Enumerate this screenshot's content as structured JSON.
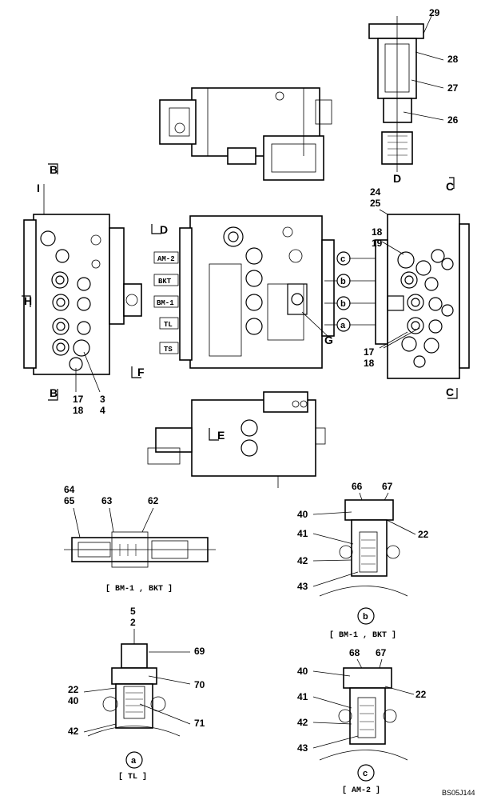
{
  "figure_code": "BS05J144",
  "section_labels": {
    "B_top": "B",
    "B_bottom": "B",
    "C_top": "C",
    "C_bottom": "C",
    "D_arrow": "D",
    "D_view": "D",
    "E": "E",
    "F": "F",
    "G": "G",
    "H": "H",
    "I": "I"
  },
  "callouts": {
    "n29": "29",
    "n28": "28",
    "n27": "27",
    "n26": "26",
    "n24": "24",
    "n25": "25",
    "n18a": "18",
    "n19": "19",
    "n17a": "17",
    "n18b": "18",
    "n17b": "17",
    "n18c": "18",
    "n3": "3",
    "n4": "4",
    "n64": "64",
    "n65": "65",
    "n63": "63",
    "n62": "62",
    "n66": "66",
    "n67a": "67",
    "n40a": "40",
    "n22a": "22",
    "n41a": "41",
    "n42a": "42",
    "n43a": "43",
    "n5": "5",
    "n2": "2",
    "n69": "69",
    "n70": "70",
    "n22b": "22",
    "n40b": "40",
    "n71": "71",
    "n42b": "42",
    "n68": "68",
    "n67b": "67",
    "n40c": "40",
    "n22c": "22",
    "n41b": "41",
    "n42c": "42",
    "n43b": "43"
  },
  "port_circles": {
    "c_mid": "c",
    "b1": "b",
    "b2": "b",
    "a_mid": "a",
    "a_bottom": "a",
    "b_bottom": "b",
    "c_bottom": "c"
  },
  "port_tags": {
    "am2": "AM-2",
    "bkt": "BKT",
    "bm1": "BM-1",
    "tl": "TL",
    "ts": "TS"
  },
  "captions": {
    "bm1_bkt_left": "[ BM-1 , BKT ]",
    "bm1_bkt_right": "[ BM-1 , BKT ]",
    "tl": "[ TL ]",
    "am2": "[ AM-2 ]"
  }
}
